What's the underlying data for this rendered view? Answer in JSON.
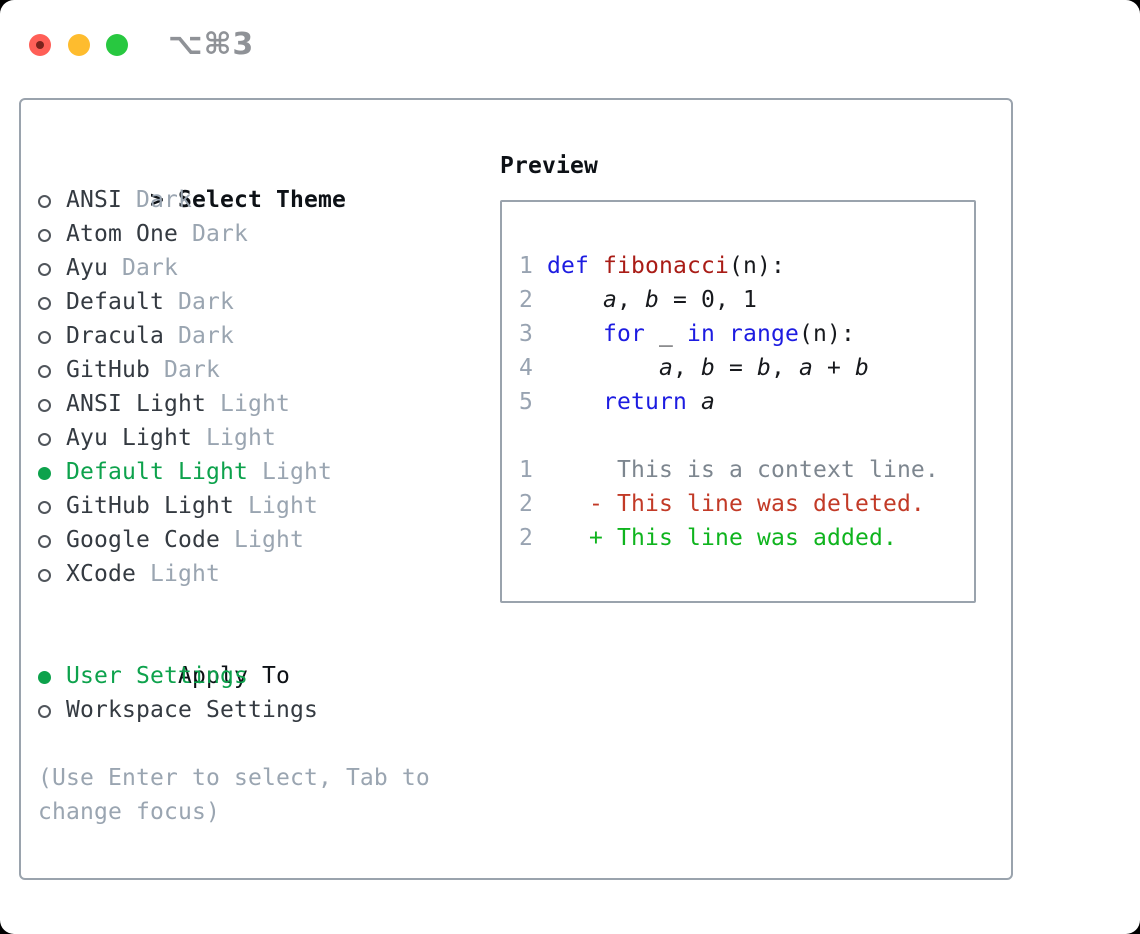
{
  "window": {
    "shortcut": "⌥⌘3"
  },
  "traffic_lights": [
    {
      "name": "close",
      "color": "#ff5f57"
    },
    {
      "name": "minimize",
      "color": "#febc2e"
    },
    {
      "name": "zoom",
      "color": "#28c840"
    }
  ],
  "theme_selector": {
    "header_prefix": ">",
    "header_label": "Select Theme",
    "items": [
      {
        "name": "ANSI",
        "variant": "Dark",
        "selected": false
      },
      {
        "name": "Atom One",
        "variant": "Dark",
        "selected": false
      },
      {
        "name": "Ayu",
        "variant": "Dark",
        "selected": false
      },
      {
        "name": "Default",
        "variant": "Dark",
        "selected": false
      },
      {
        "name": "Dracula",
        "variant": "Dark",
        "selected": false
      },
      {
        "name": "GitHub",
        "variant": "Dark",
        "selected": false
      },
      {
        "name": "ANSI Light",
        "variant": "Light",
        "selected": false
      },
      {
        "name": "Ayu Light",
        "variant": "Light",
        "selected": false
      },
      {
        "name": "Default Light",
        "variant": "Light",
        "selected": true
      },
      {
        "name": "GitHub Light",
        "variant": "Light",
        "selected": false
      },
      {
        "name": "Google Code",
        "variant": "Light",
        "selected": false
      },
      {
        "name": "XCode",
        "variant": "Light",
        "selected": false
      }
    ],
    "apply_to": {
      "label": "Apply To",
      "options": [
        {
          "name": "User Settings",
          "selected": true
        },
        {
          "name": "Workspace Settings",
          "selected": false
        }
      ]
    },
    "hint": "(Use Enter to select, Tab to change focus)"
  },
  "preview": {
    "label": "Preview",
    "code_lines": [
      {
        "num": "1",
        "tokens": [
          {
            "t": "def",
            "c": "kw"
          },
          {
            "t": " ",
            "c": "pl"
          },
          {
            "t": "fibonacci",
            "c": "fn"
          },
          {
            "t": "(n):",
            "c": "pl"
          }
        ]
      },
      {
        "num": "2",
        "tokens": [
          {
            "t": "    ",
            "c": "pl"
          },
          {
            "t": "a",
            "c": "var"
          },
          {
            "t": ", ",
            "c": "pl"
          },
          {
            "t": "b",
            "c": "var"
          },
          {
            "t": " = 0, 1",
            "c": "pl"
          }
        ]
      },
      {
        "num": "3",
        "tokens": [
          {
            "t": "    ",
            "c": "pl"
          },
          {
            "t": "for",
            "c": "kw"
          },
          {
            "t": " _ ",
            "c": "pl"
          },
          {
            "t": "in",
            "c": "kw"
          },
          {
            "t": " ",
            "c": "pl"
          },
          {
            "t": "range",
            "c": "kw"
          },
          {
            "t": "(n):",
            "c": "pl"
          }
        ]
      },
      {
        "num": "4",
        "tokens": [
          {
            "t": "        ",
            "c": "pl"
          },
          {
            "t": "a",
            "c": "var"
          },
          {
            "t": ", ",
            "c": "pl"
          },
          {
            "t": "b",
            "c": "var"
          },
          {
            "t": " = ",
            "c": "pl"
          },
          {
            "t": "b",
            "c": "var"
          },
          {
            "t": ", ",
            "c": "pl"
          },
          {
            "t": "a",
            "c": "var"
          },
          {
            "t": " + ",
            "c": "pl"
          },
          {
            "t": "b",
            "c": "var"
          }
        ]
      },
      {
        "num": "5",
        "tokens": [
          {
            "t": "    ",
            "c": "pl"
          },
          {
            "t": "return",
            "c": "kw"
          },
          {
            "t": " ",
            "c": "pl"
          },
          {
            "t": "a",
            "c": "var"
          }
        ]
      }
    ],
    "diff_lines": [
      {
        "num": "1",
        "sign": " ",
        "text": "This is a context line.",
        "type": "context"
      },
      {
        "num": "2",
        "sign": "-",
        "text": "This line was deleted.",
        "type": "deleted"
      },
      {
        "num": "2",
        "sign": "+",
        "text": "This line was added.",
        "type": "added"
      }
    ]
  },
  "colors": {
    "selection_green": "#0da24c",
    "keyword_blue": "#1d1ce1",
    "function_red": "#a91c16",
    "diff_deleted_red": "#c23a27",
    "diff_added_green": "#0fb41e",
    "context_gray": "#7d868f",
    "line_number_gray": "#98a3b1",
    "muted_gray": "#9aa5b1",
    "panel_border_gray": "#9aa3ad"
  }
}
